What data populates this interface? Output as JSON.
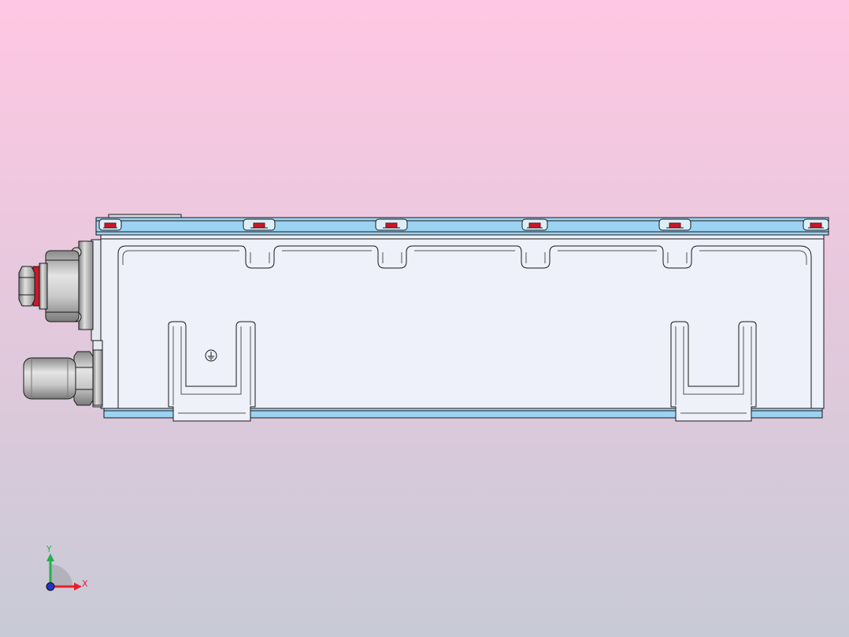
{
  "scene": {
    "name": "cad-side-view",
    "background_top": "#FFC7E3",
    "background_bottom": "#C8CAD6",
    "body_fill": "#EEF0FA",
    "rail_fill": "#9DD3F2",
    "outline": "#1A1A1A",
    "hardware_fill": "#B8B8B8",
    "seal_color": "#C8182A"
  },
  "triad": {
    "x_label": "X",
    "y_label": "Y",
    "x_color": "#E8202A",
    "y_color": "#22B14C",
    "z_color": "#2233CC",
    "icon": "coordinate-triad-icon"
  },
  "symbols": {
    "ground": "ground-symbol-icon"
  }
}
